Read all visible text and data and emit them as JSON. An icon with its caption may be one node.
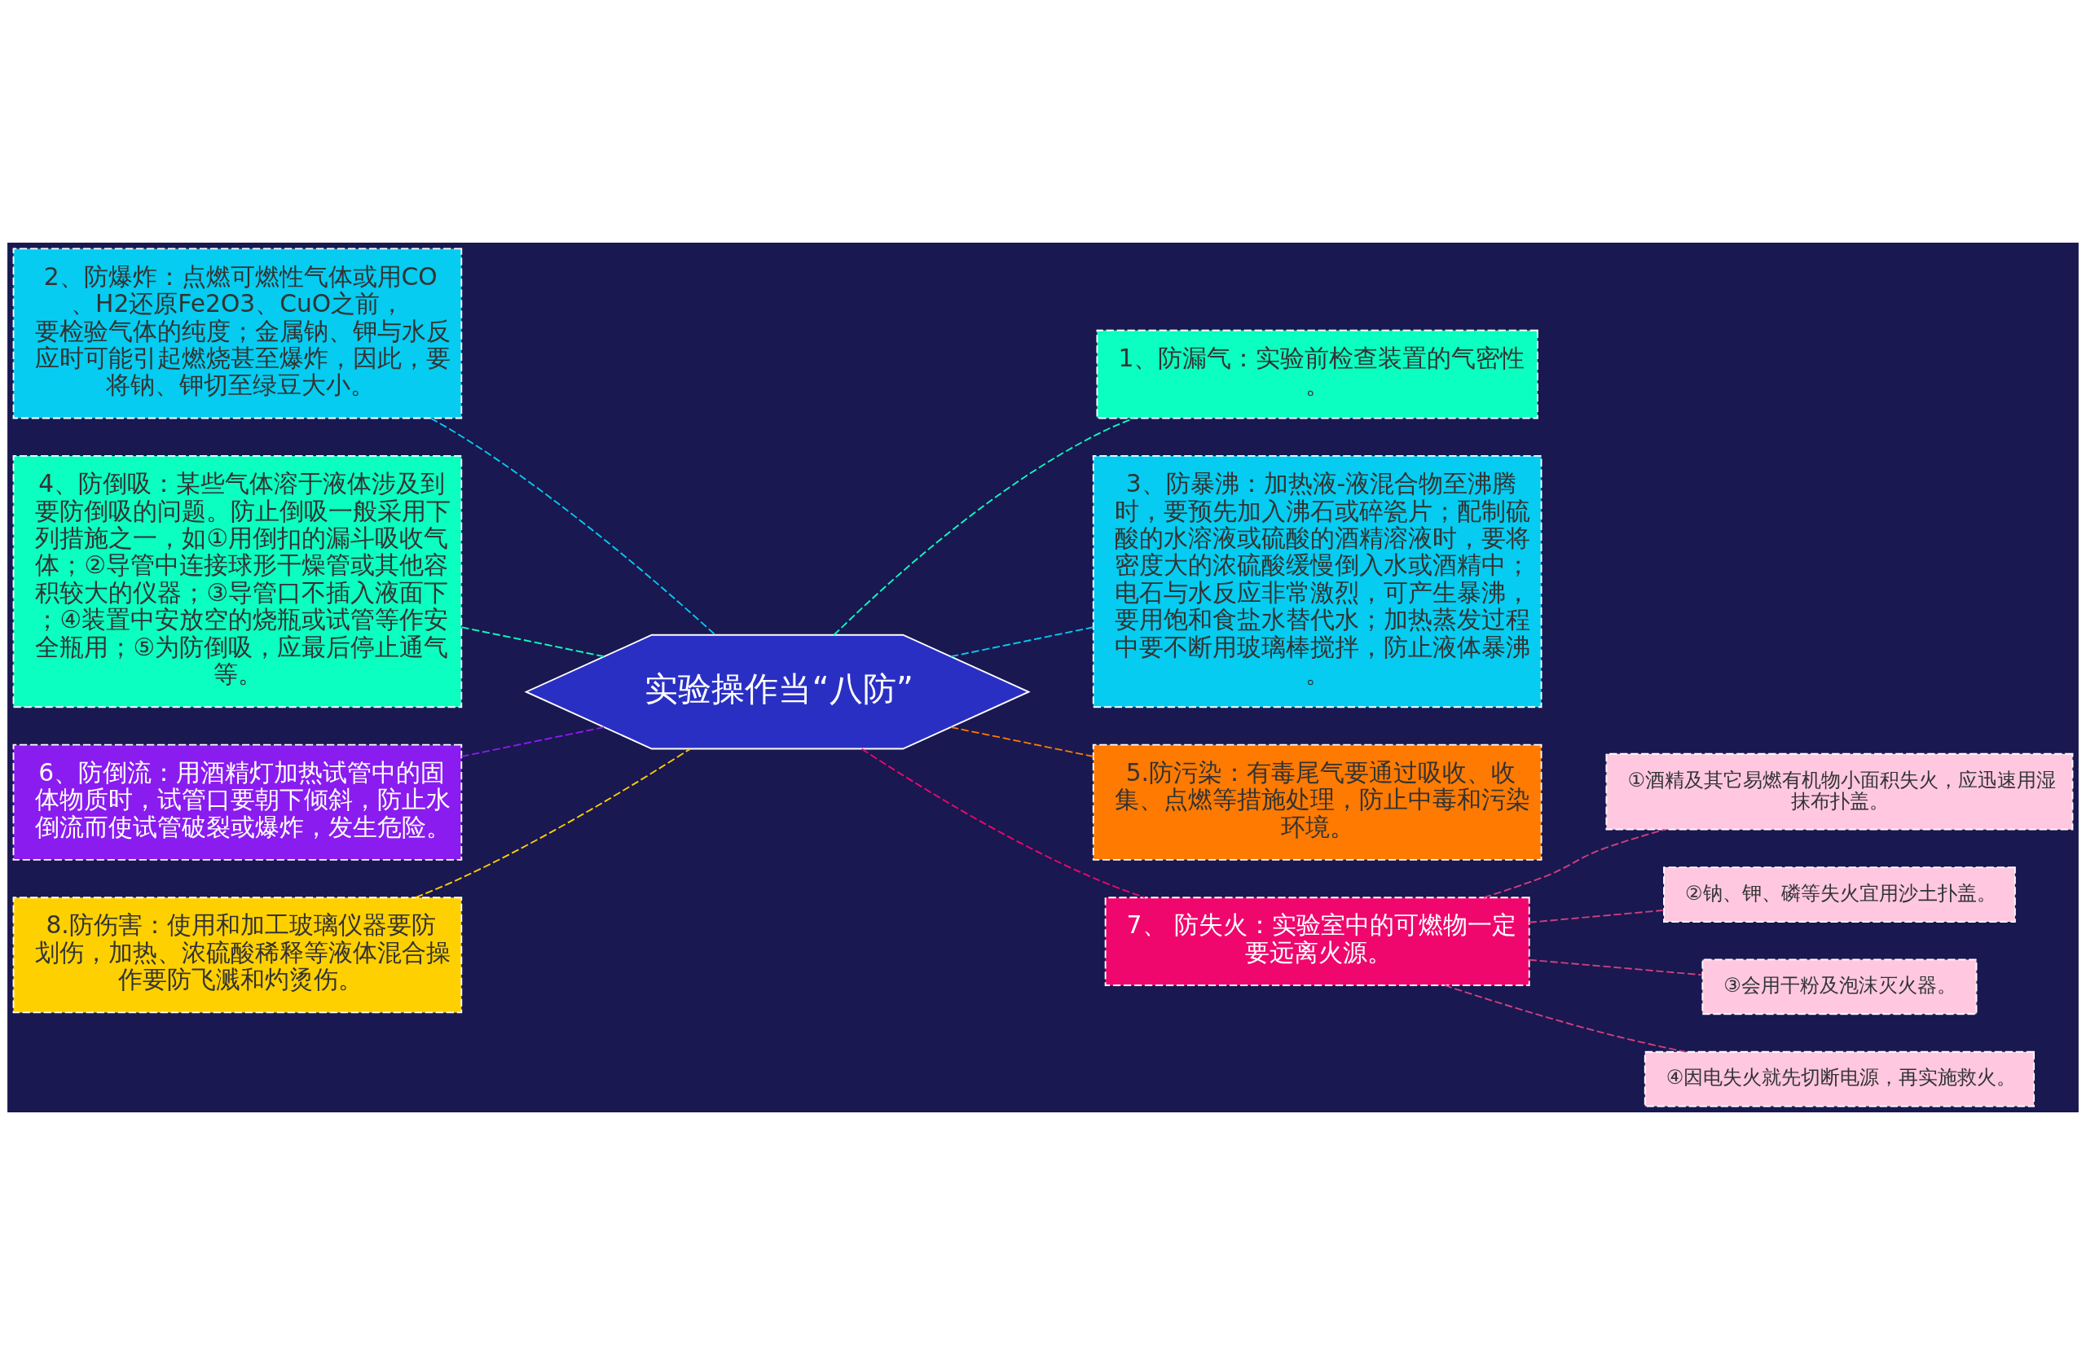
{
  "diagram": {
    "nodes": [
      {
        "text": [
          "实验操作当“八防”"
        ]
      },
      {
        "text": [
          "1、防漏气：实验前检查装置的气密性。"
        ]
      },
      {
        "text": [
          "2、防爆炸：点燃可燃性气体或用CO、H2还原Fe2O3、CuO之前，要检验气体的纯度；金属钠、钾与水反应时可能引起燃烧甚至爆炸，因此，要将钠、钾切至绿豆大小。"
        ]
      },
      {
        "text": [
          "3、防暴沸：加热液-液混合物至沸腾时，要预先加入沸石或碎瓷片；配制硫酸的水溶液或硫酸的酒精溶液时，要将密度大的浓硫酸缓慢倒入水或酒精中；电石与水反应非常激烈，可产生暴沸，要用饱和食盐水替代水；加热蒸发过程中要不断用玻璃棒搅拌，防止液体暴沸。"
        ]
      },
      {
        "text": [
          "4、防倒吸：某些气体溶于液体涉及到要防倒吸的问题。防止倒吸一般采用下列措施之一，如①用倒扣的漏斗吸收气体；②导管中连接球形干燥管或其他容积较大的仪器；③导管口不插入液面下；④装置中安放空的烧瓶或试管等作安全瓶用；⑤为防倒吸，应最后停止通气等。"
        ]
      },
      {
        "text": [
          "5.防污染：有毒尾气要通过吸收、收集、点燃等措施处理，防止中毒和污染环境。"
        ]
      },
      {
        "text": [
          "6、防倒流：用酒精灯加热试管中的固体物质时，试管口要朝下倾斜，防止水倒流而使试管破裂或爆炸，发生危险。"
        ]
      },
      {
        "text": [
          "7、 防失火：实验室中的可燃物一定要远离火源。"
        ]
      },
      {
        "text": [
          "8.防伤害：使用和加工玻璃仪器要防划伤，加热、浓硫酸稀释等液体混合操作要防飞溅和灼烫伤。"
        ]
      },
      {
        "text": [
          "①酒精及其它易燃有机物小面积失火，应迅速用湿抹布扑盖。"
        ]
      },
      {
        "text": [
          "②钠、钾、磷等失火宜用沙土扑盖。"
        ]
      },
      {
        "text": [
          "③会用干粉及泡沫灭火器。"
        ]
      },
      {
        "text": [
          "④因电失火就先切断电源，再实施救火。"
        ]
      }
    ],
    "edges": [
      {
        "from": 0,
        "to": 2,
        "arrow": "none",
        "style": "dashed",
        "color": "#05ccf0"
      },
      {
        "from": 0,
        "to": 4,
        "arrow": "none",
        "style": "dashed",
        "color": "#0affc0"
      },
      {
        "from": 0,
        "to": 6,
        "arrow": "none",
        "style": "dashed",
        "color": "#8a1cf0"
      },
      {
        "from": 0,
        "to": 8,
        "arrow": "none",
        "style": "dashed",
        "color": "#ffd000"
      },
      {
        "from": 0,
        "to": 1,
        "arrow": "none",
        "style": "dashed",
        "color": "#0affc0"
      },
      {
        "from": 0,
        "to": 3,
        "arrow": "none",
        "style": "dashed",
        "color": "#05ccf0"
      },
      {
        "from": 0,
        "to": 5,
        "arrow": "none",
        "style": "dashed",
        "color": "#ff7a00"
      },
      {
        "from": 0,
        "to": 7,
        "arrow": "none",
        "style": "dashed",
        "color": "#f0076e"
      },
      {
        "from": 7,
        "to": 9,
        "arrow": "none",
        "style": "dashed",
        "color": "#d0407f"
      },
      {
        "from": 7,
        "to": 10,
        "arrow": "none",
        "style": "dashed",
        "color": "#d0407f"
      },
      {
        "from": 7,
        "to": 11,
        "arrow": "none",
        "style": "dashed",
        "color": "#d0407f"
      },
      {
        "from": 7,
        "to": 12,
        "arrow": "none",
        "style": "dashed",
        "color": "#d0407f"
      }
    ]
  }
}
